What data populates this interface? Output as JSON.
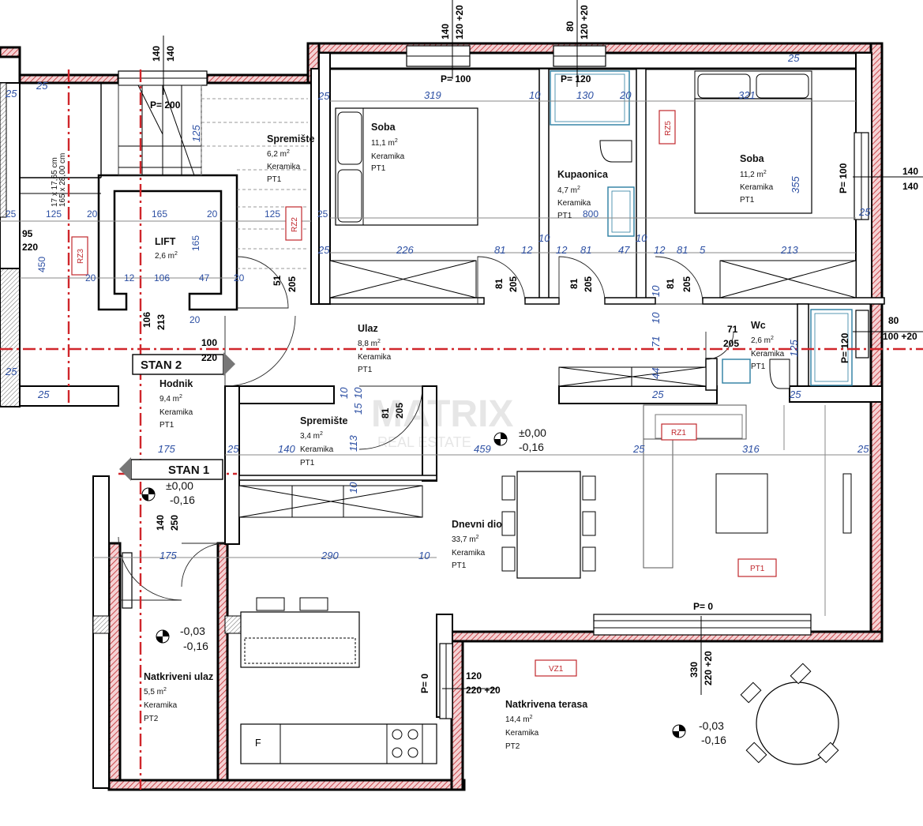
{
  "rooms": [
    {
      "name": "Soba",
      "area": "11,1 m",
      "floor": "Keramika",
      "code": "PT1"
    },
    {
      "name": "Kupaonica",
      "area": "4,7 m",
      "floor": "Keramika",
      "code": "PT1"
    },
    {
      "name": "Soba",
      "area": "11,2 m",
      "floor": "Keramika",
      "code": "PT1"
    },
    {
      "name": "Spremište",
      "area": "6,2 m",
      "floor": "Keramika",
      "code": "PT1"
    },
    {
      "name": "LIFT",
      "area": "2,6 m",
      "floor": "",
      "code": ""
    },
    {
      "name": "Ulaz",
      "area": "8,8 m",
      "floor": "Keramika",
      "code": "PT1"
    },
    {
      "name": "Wc",
      "area": "2,6 m",
      "floor": "Keramika",
      "code": "PT1"
    },
    {
      "name": "Hodnik",
      "area": "9,4 m",
      "floor": "Keramika",
      "code": "PT1"
    },
    {
      "name": "Spremište",
      "area": "3,4 m",
      "floor": "Keramika",
      "code": "PT1"
    },
    {
      "name": "Dnevni dio",
      "area": "33,7 m",
      "floor": "Keramika",
      "code": "PT1"
    },
    {
      "name": "Natkriveni ulaz",
      "area": "5,5 m",
      "floor": "Keramika",
      "code": "PT2"
    },
    {
      "name": "Natkrivena terasa",
      "area": "14,4 m",
      "floor": "Keramika",
      "code": "PT2"
    }
  ],
  "area_superscript": "2",
  "unit_labels": {
    "stan2": "STAN 2",
    "stan1": "STAN 1"
  },
  "levels": [
    {
      "top": "±0,00",
      "bottom": "-0,16"
    },
    {
      "top": "±0,00",
      "bottom": "-0,16"
    },
    {
      "top": "-0,03",
      "bottom": "-0,16"
    },
    {
      "top": "-0,03",
      "bottom": "-0,16"
    }
  ],
  "tags": {
    "rz1": "RZ1",
    "rz2": "RZ2",
    "rz3": "RZ3",
    "rz5": "RZ5",
    "vz1": "VZ1",
    "pt1": "PT1"
  },
  "parapets": {
    "p100a": "P= 100",
    "p120a": "P= 120",
    "p200": "P= 200",
    "p100b": "P= 100",
    "p120b": "P= 120",
    "p0": "P= 0",
    "p0b": "P= 0"
  },
  "openings": [
    {
      "top": "140",
      "bottom": "120 +20"
    },
    {
      "top": "80",
      "bottom": "120 +20"
    },
    {
      "top": "140",
      "bottom": "140"
    },
    {
      "top": "140",
      "bottom": "140"
    },
    {
      "top": "80",
      "bottom": "100 +20"
    },
    {
      "top": "120",
      "bottom": "220 +20"
    },
    {
      "top": "330",
      "bottom": "220 +20"
    },
    {
      "top": "100",
      "bottom": "220"
    },
    {
      "top": "95",
      "bottom": "220"
    },
    {
      "top": "140",
      "bottom": "250"
    }
  ],
  "stair_note": "17 x 17,65 cm",
  "stair_note2": "165 x 28,00 cm",
  "appliance_f": "F",
  "watermark": "MATRIX",
  "watermark2": "REAL ESTATE",
  "dims": {
    "d319": "319",
    "d10a": "10",
    "d130": "130",
    "d20a": "20",
    "d321": "321",
    "d25a": "25",
    "d25b": "25",
    "d25c": "25",
    "d125a": "125",
    "d125b": "125",
    "d20b": "20",
    "d165a": "165",
    "d20c": "20",
    "d125c": "125",
    "d25d": "25",
    "d800": "800",
    "d450": "450",
    "d165b": "165",
    "d20d": "20",
    "d12a": "12",
    "d106a": "106",
    "d47a": "47",
    "d20e": "20",
    "d226": "226",
    "d81a": "81",
    "d12b": "12",
    "d12c": "12",
    "d81b": "81",
    "d47b": "47",
    "d12d": "12",
    "d81c": "81",
    "d5": "5",
    "d213a": "213",
    "d355": "355",
    "d25e": "25",
    "d81d": "81",
    "d205a": "205",
    "d81e": "81",
    "d205b": "205",
    "d81f": "81",
    "d205c": "205",
    "d106b": "106",
    "d213b": "213",
    "d20f": "20",
    "d205d": "205",
    "d51": "51",
    "d10b": "10",
    "d10c": "10",
    "d10d": "10",
    "d71a": "71",
    "d71b": "71",
    "d205e": "205",
    "d125d": "125",
    "d44": "44",
    "d25f": "25",
    "d25g": "25",
    "d10e": "10",
    "d10f": "10",
    "d15": "15",
    "d81g": "81",
    "d205f": "205",
    "d113": "113",
    "d10g": "10",
    "d459": "459",
    "d25h": "25",
    "d316": "316",
    "d175a": "175",
    "d25i": "25",
    "d140": "140",
    "d25j": "25",
    "d175b": "175",
    "d25k": "25",
    "d290": "290",
    "d10h": "10",
    "d25l": "25",
    "d25m": "25",
    "d25n": "25",
    "d25o": "25"
  }
}
